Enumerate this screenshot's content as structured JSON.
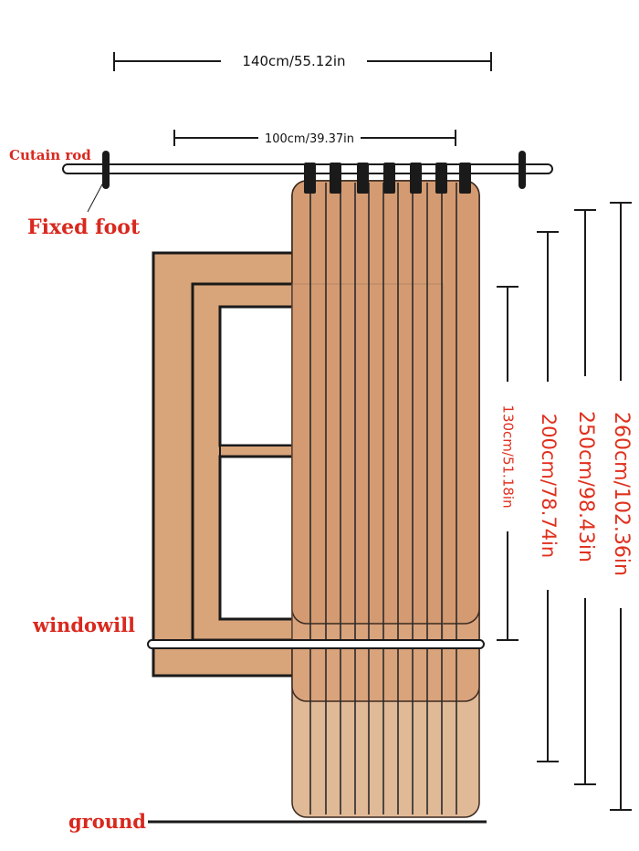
{
  "labels": {
    "width_outer": "140cm/55.12in",
    "width_inner": "100cm/39.37in",
    "curtain_rod": "Cutain rod",
    "fixed_foot": "Fixed foot",
    "windowsill": "windowill",
    "ground": "ground",
    "length_130": "130cm/51.18in",
    "length_200": "200cm/78.74in",
    "length_250": "250cm/98.43in",
    "length_260": "260cm/102.36in"
  },
  "colors": {
    "label_red": "#d9281e",
    "length_red": "#e0301e",
    "window_frame": "#d8a47a",
    "curtain": "#d9a37c",
    "line": "#1a1a1a"
  },
  "icons": {
    "rod_finial": "rod-end-icon",
    "ring": "curtain-ring-icon"
  }
}
